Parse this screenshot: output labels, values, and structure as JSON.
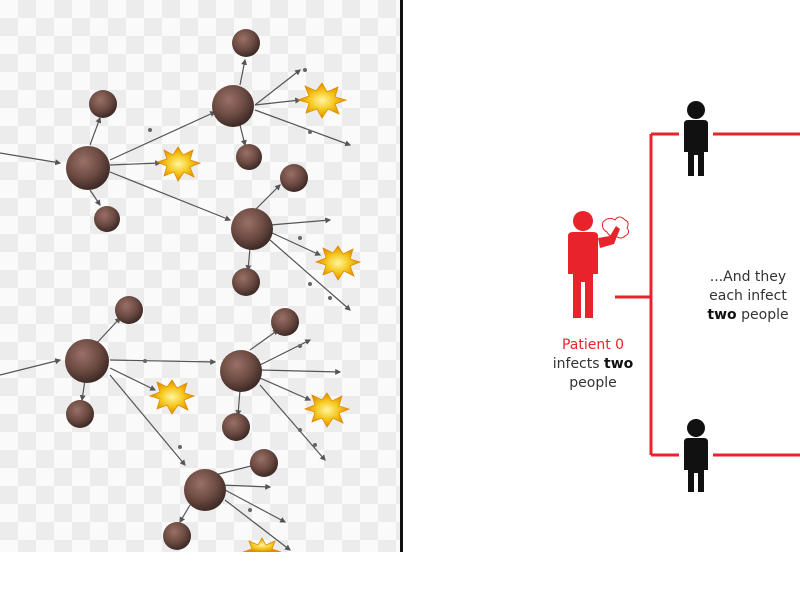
{
  "patient_caption": {
    "name": "Patient 0",
    "line2_pre": "infects ",
    "line2_bold": "two",
    "line3": "people"
  },
  "each_caption": {
    "line1": "...And they",
    "line2": "each infect",
    "line3_bold": "two",
    "line3_post": " people"
  },
  "colors": {
    "accent": "#e8232b",
    "person": "#111111",
    "cell": "#6b4a42",
    "burst": "#f5c518"
  },
  "icons": [
    "virus-cell-icon",
    "explosion-icon",
    "person-icon",
    "sneeze-icon"
  ]
}
